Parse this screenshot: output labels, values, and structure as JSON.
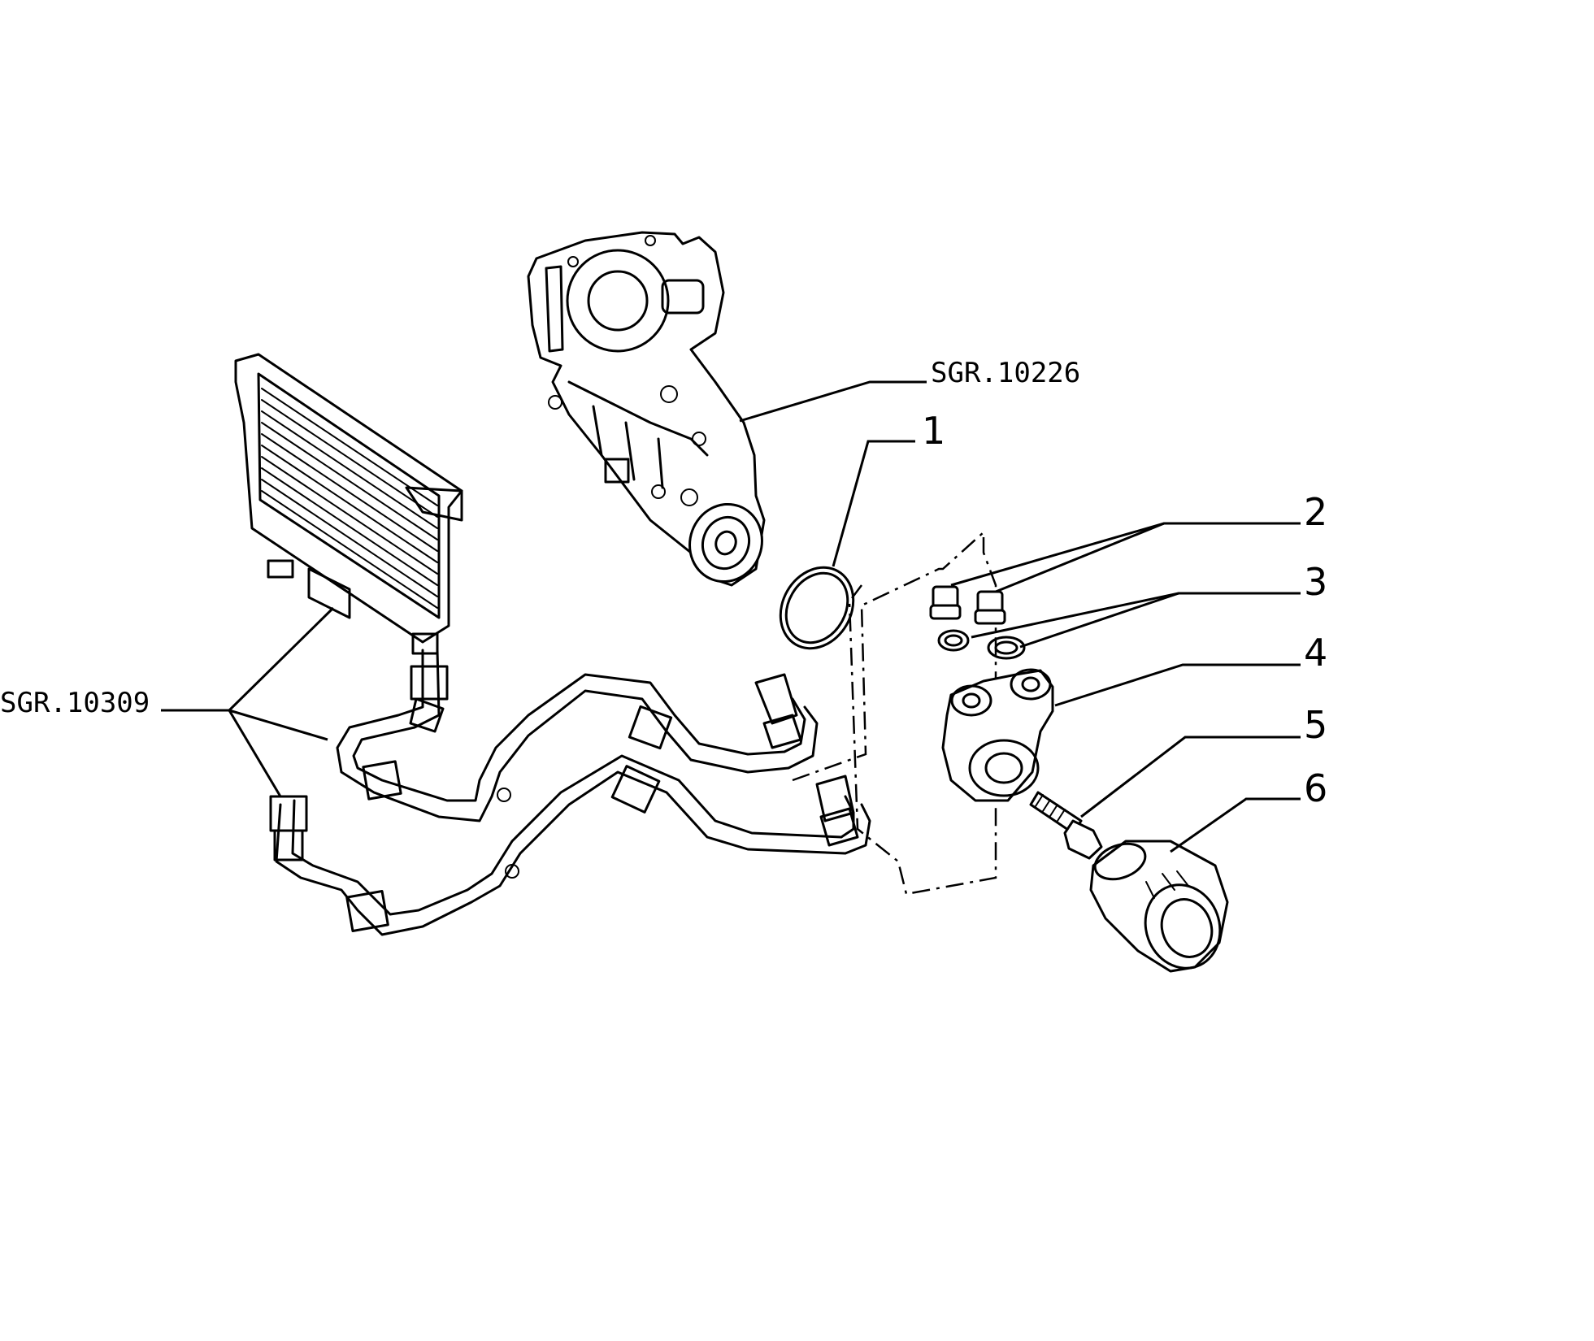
{
  "diagram": {
    "references": {
      "bracket_ref": "SGR.10226",
      "cooler_ref": "SGR.10309"
    },
    "callouts": [
      "1",
      "2",
      "3",
      "4",
      "5",
      "6"
    ]
  }
}
